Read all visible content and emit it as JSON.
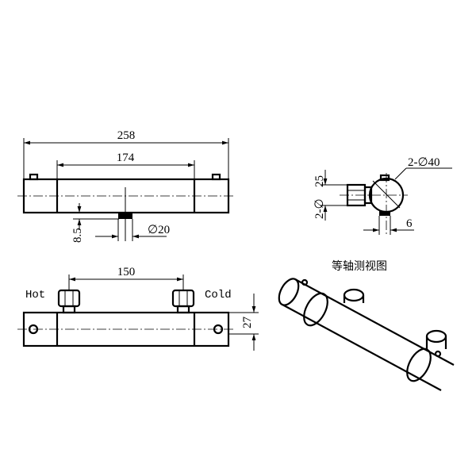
{
  "front_view": {
    "dim_overall": "258",
    "dim_body": "174",
    "dim_outlet_offset": "8.5",
    "dim_outlet_dia": "20"
  },
  "side_view": {
    "dim_height": "25",
    "dim_inlet_dia": "2-∅",
    "dim_body_dia": "2-∅40",
    "dim_outlet": "6"
  },
  "top_view": {
    "dim_inlet_spacing": "150",
    "dim_depth": "27",
    "label_hot": "Hot",
    "label_cold": "Cold"
  },
  "iso_view": {
    "title": "等轴测视图"
  }
}
